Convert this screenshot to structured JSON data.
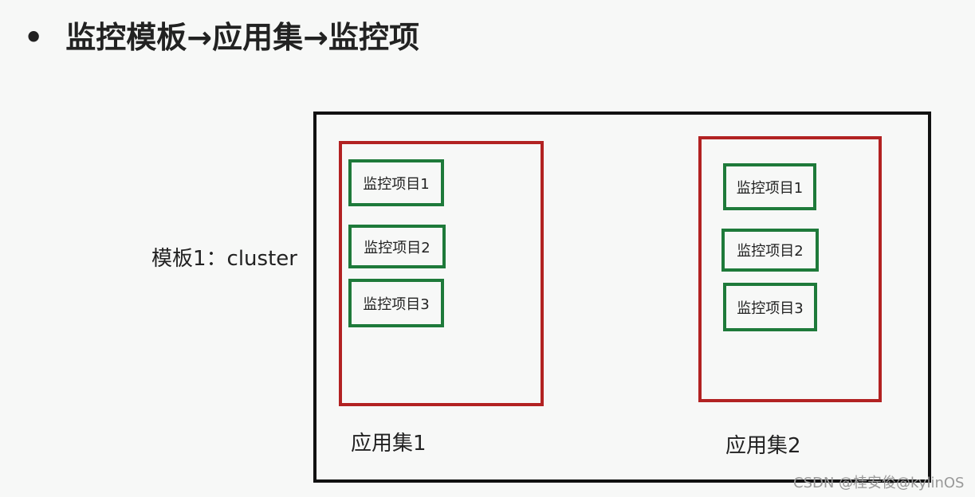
{
  "title": {
    "bullet": "•",
    "text": "监控模板→应用集→监控项"
  },
  "template_label": "模板1：cluster",
  "app_sets": [
    {
      "label": "应用集1",
      "items": [
        "监控项目1",
        "监控项目2",
        "监控项目3"
      ]
    },
    {
      "label": "应用集2",
      "items": [
        "监控项目1",
        "监控项目2",
        "监控项目3"
      ]
    }
  ],
  "watermark": "CSDN @桂安俊@kylinOS",
  "colors": {
    "template_box": "#111111",
    "app_set_box": "#b22222",
    "item_box": "#1e7a3a"
  }
}
